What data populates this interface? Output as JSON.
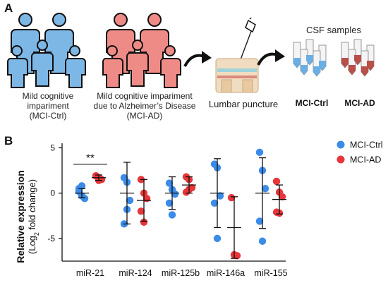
{
  "panel_a": {
    "letter": "A",
    "group_ctrl_caption": [
      "Mild cognitive",
      "impariment",
      "(MCI-Ctrl)"
    ],
    "group_ad_caption": [
      "Mild cognitive impariment",
      "due to Alzheimer’s Disease",
      "(MCI-AD)"
    ],
    "procedure_caption": "Lumbar puncture",
    "samples_title": "CSF samples",
    "sample_labels": [
      "MCI-Ctrl",
      "MCI-AD"
    ],
    "colors": {
      "ctrl": "#6aaee3",
      "ad": "#e8706d"
    }
  },
  "panel_b": {
    "letter": "B"
  },
  "chart_data": {
    "type": "scatter",
    "ylabel": "Relative expression",
    "ylabel_sub_prefix": "(Log",
    "ylabel_sub_sub": "2",
    "ylabel_sub_suffix": " fold change)",
    "ylim": [
      -7.5,
      5.5
    ],
    "yticks": [
      5,
      0,
      -5
    ],
    "grid": false,
    "legend_position": "top-right",
    "categories": [
      "miR-21",
      "miR-124",
      "miR-125b",
      "miR-146a",
      "miR-155"
    ],
    "series": [
      {
        "name": "MCI-Ctrl",
        "color": "#3b8be8",
        "points": [
          [
            0.5,
            -0.3,
            -0.6,
            0.2,
            0.8
          ],
          [
            1.7,
            1.2,
            -0.8,
            -3.4,
            -1.8
          ],
          [
            1.1,
            0.4,
            -0.1,
            -1.1,
            -2.4
          ],
          [
            3.2,
            2.8,
            -0.3,
            -1.1,
            -5.0
          ],
          [
            4.5,
            2.5,
            0.5,
            -3.1,
            -5.3
          ]
        ],
        "mean": [
          0.0,
          0.0,
          0.0,
          0.0,
          0.0
        ],
        "sd": [
          0.5,
          3.4,
          1.8,
          3.8,
          3.9
        ]
      },
      {
        "name": "MCI-AD",
        "color": "#e8363a",
        "points": [
          [
            1.9,
            1.7,
            1.5,
            1.9,
            1.4
          ],
          [
            1.5,
            0.0,
            -0.6,
            -2.0,
            -3.2
          ],
          [
            1.8,
            1.5,
            0.6,
            0.1,
            0.4
          ],
          [
            -0.5,
            -6.8,
            -6.9
          ],
          [
            1.3,
            0.1,
            -0.4,
            -2.1,
            -2.2
          ]
        ],
        "mean": [
          1.7,
          -0.8,
          0.9,
          -3.8,
          -0.7
        ],
        "sd": [
          0.3,
          2.3,
          0.9,
          3.4,
          1.6
        ]
      }
    ],
    "annotations": [
      {
        "category": "miR-21",
        "text": "**"
      }
    ]
  }
}
